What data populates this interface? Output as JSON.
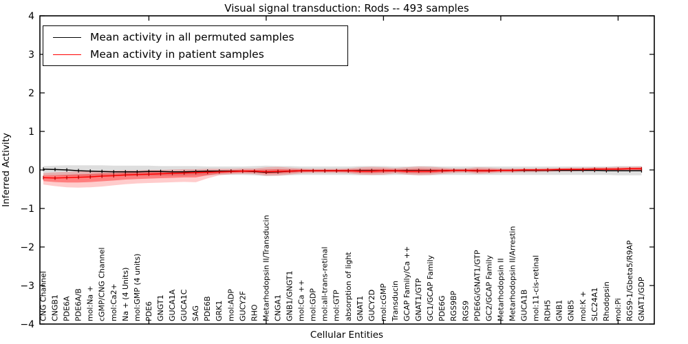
{
  "figure": {
    "title": "Visual signal transduction: Rods -- 493 samples",
    "xlabel": "Cellular Entities",
    "ylabel": "Inferred Activity"
  },
  "legend": {
    "items": [
      {
        "label": "Mean activity in all permuted samples",
        "color": "#000000"
      },
      {
        "label": "Mean activity in patient samples",
        "color": "#ff0000"
      }
    ]
  },
  "chart_data": {
    "type": "line",
    "title": "Visual signal transduction: Rods -- 493 samples",
    "xlabel": "Cellular Entities",
    "ylabel": "Inferred Activity",
    "ylim": [
      -4,
      4
    ],
    "yticks": [
      4,
      3,
      2,
      1,
      0,
      -1,
      -2,
      -3,
      -4
    ],
    "xtick_positions": [
      10,
      20,
      30,
      40,
      50
    ],
    "grid": false,
    "legend_position": "upper left",
    "categories": [
      "CNG Channel",
      "CNGB1",
      "PDE6A",
      "PDE6A/B",
      "mol:Na +",
      "cGMP/CNG Channel",
      "mol:Ca2+",
      "Na + (4 Units)",
      "mol:GMP (4 units)",
      "PDE6",
      "GNGT1",
      "GUCA1A",
      "GUCA1C",
      "SAG",
      "PDE6B",
      "GRK1",
      "mol:ADP",
      "GUCY2F",
      "RHO",
      "Metarhodopsin II/Transducin",
      "CNGA1",
      "GNB1/GNGT1",
      "mol:Ca ++",
      "mol:GDP",
      "mol:all-trans-retinal",
      "mol:GTP",
      "absorption of light",
      "GNAT1",
      "GUCY2D",
      "mol:cGMP",
      "Transducin",
      "GCAP Family/Ca ++",
      "GNAT1/GTP",
      "GC1/GCAP Family",
      "PDE6G",
      "RGS9BP",
      "RGS9",
      "PDE6G/GNAT1/GTP",
      "GC2/GCAP Family",
      "Metarhodopsin II",
      "Metarhodopsin II/Arrestin",
      "GUCA1B",
      "mol:11-cis-retinal",
      "RDH5",
      "GNB1",
      "GNB5",
      "mol:K +",
      "SLC24A1",
      "Rhodopsin",
      "mol:Pi",
      "RGS9-1/Gbeta5/R9AP",
      "GNAT1/GDP"
    ],
    "series": [
      {
        "name": "Mean activity in all permuted samples",
        "color": "#000000",
        "band_color": "rgba(0,0,0,0.13)",
        "values": [
          0.02,
          0.01,
          0.0,
          -0.02,
          -0.03,
          -0.04,
          -0.05,
          -0.05,
          -0.05,
          -0.04,
          -0.04,
          -0.05,
          -0.05,
          -0.04,
          -0.03,
          -0.03,
          -0.03,
          -0.03,
          -0.04,
          -0.06,
          -0.05,
          -0.03,
          -0.02,
          -0.02,
          -0.02,
          -0.02,
          -0.02,
          -0.02,
          -0.02,
          -0.02,
          -0.02,
          -0.02,
          -0.02,
          -0.02,
          -0.02,
          -0.01,
          -0.01,
          -0.02,
          -0.02,
          -0.01,
          -0.01,
          -0.01,
          -0.01,
          -0.01,
          -0.01,
          -0.01,
          -0.01,
          -0.01,
          -0.02,
          -0.02,
          -0.02,
          -0.02
        ],
        "band_upper": [
          0.1,
          0.11,
          0.12,
          0.12,
          0.12,
          0.12,
          0.11,
          0.11,
          0.11,
          0.11,
          0.1,
          0.1,
          0.1,
          0.1,
          0.09,
          0.09,
          0.09,
          0.09,
          0.1,
          0.11,
          0.1,
          0.1,
          0.09,
          0.09,
          0.09,
          0.09,
          0.09,
          0.1,
          0.1,
          0.1,
          0.09,
          0.09,
          0.1,
          0.1,
          0.09,
          0.09,
          0.09,
          0.09,
          0.09,
          0.09,
          0.09,
          0.09,
          0.09,
          0.09,
          0.09,
          0.09,
          0.09,
          0.09,
          0.09,
          0.1,
          0.1,
          0.1
        ],
        "band_lower": [
          -0.14,
          -0.15,
          -0.16,
          -0.16,
          -0.17,
          -0.17,
          -0.16,
          -0.16,
          -0.15,
          -0.15,
          -0.15,
          -0.15,
          -0.15,
          -0.14,
          -0.14,
          -0.13,
          -0.13,
          -0.13,
          -0.14,
          -0.16,
          -0.15,
          -0.14,
          -0.13,
          -0.13,
          -0.13,
          -0.13,
          -0.13,
          -0.14,
          -0.14,
          -0.14,
          -0.13,
          -0.13,
          -0.14,
          -0.14,
          -0.13,
          -0.13,
          -0.13,
          -0.13,
          -0.13,
          -0.13,
          -0.13,
          -0.13,
          -0.13,
          -0.13,
          -0.13,
          -0.13,
          -0.13,
          -0.13,
          -0.13,
          -0.14,
          -0.14,
          -0.14
        ]
      },
      {
        "name": "Mean activity in patient samples",
        "color": "#ff0000",
        "band_color": "rgba(255,0,0,0.20)",
        "inner_band_color": "rgba(255,0,0,0.38)",
        "values": [
          -0.2,
          -0.21,
          -0.2,
          -0.19,
          -0.18,
          -0.16,
          -0.15,
          -0.13,
          -0.12,
          -0.11,
          -0.1,
          -0.09,
          -0.08,
          -0.07,
          -0.06,
          -0.05,
          -0.04,
          -0.03,
          -0.03,
          -0.05,
          -0.04,
          -0.03,
          -0.02,
          -0.02,
          -0.02,
          -0.02,
          -0.02,
          -0.03,
          -0.03,
          -0.02,
          -0.02,
          -0.03,
          -0.03,
          -0.03,
          -0.02,
          -0.01,
          -0.01,
          -0.02,
          -0.02,
          -0.01,
          -0.01,
          0.0,
          0.0,
          0.0,
          0.01,
          0.01,
          0.01,
          0.02,
          0.02,
          0.02,
          0.03,
          0.03
        ],
        "band_upper": [
          -0.08,
          -0.06,
          -0.05,
          -0.04,
          -0.03,
          -0.02,
          -0.02,
          -0.01,
          -0.01,
          0.0,
          0.0,
          0.01,
          0.02,
          0.02,
          0.03,
          0.03,
          0.03,
          0.04,
          0.04,
          0.07,
          0.08,
          0.06,
          0.04,
          0.03,
          0.03,
          0.03,
          0.04,
          0.07,
          0.08,
          0.07,
          0.05,
          0.07,
          0.09,
          0.08,
          0.06,
          0.04,
          0.04,
          0.07,
          0.06,
          0.04,
          0.04,
          0.04,
          0.04,
          0.05,
          0.05,
          0.06,
          0.06,
          0.07,
          0.07,
          0.08,
          0.08,
          0.09
        ],
        "band_lower": [
          -0.38,
          -0.42,
          -0.45,
          -0.46,
          -0.45,
          -0.43,
          -0.4,
          -0.37,
          -0.35,
          -0.34,
          -0.33,
          -0.32,
          -0.31,
          -0.32,
          -0.22,
          -0.14,
          -0.11,
          -0.1,
          -0.11,
          -0.15,
          -0.15,
          -0.12,
          -0.09,
          -0.08,
          -0.08,
          -0.08,
          -0.09,
          -0.12,
          -0.13,
          -0.12,
          -0.09,
          -0.12,
          -0.14,
          -0.13,
          -0.1,
          -0.08,
          -0.07,
          -0.1,
          -0.09,
          -0.07,
          -0.07,
          -0.06,
          -0.06,
          -0.05,
          -0.04,
          -0.04,
          -0.03,
          -0.03,
          -0.02,
          -0.02,
          -0.02,
          -0.03
        ]
      }
    ]
  }
}
